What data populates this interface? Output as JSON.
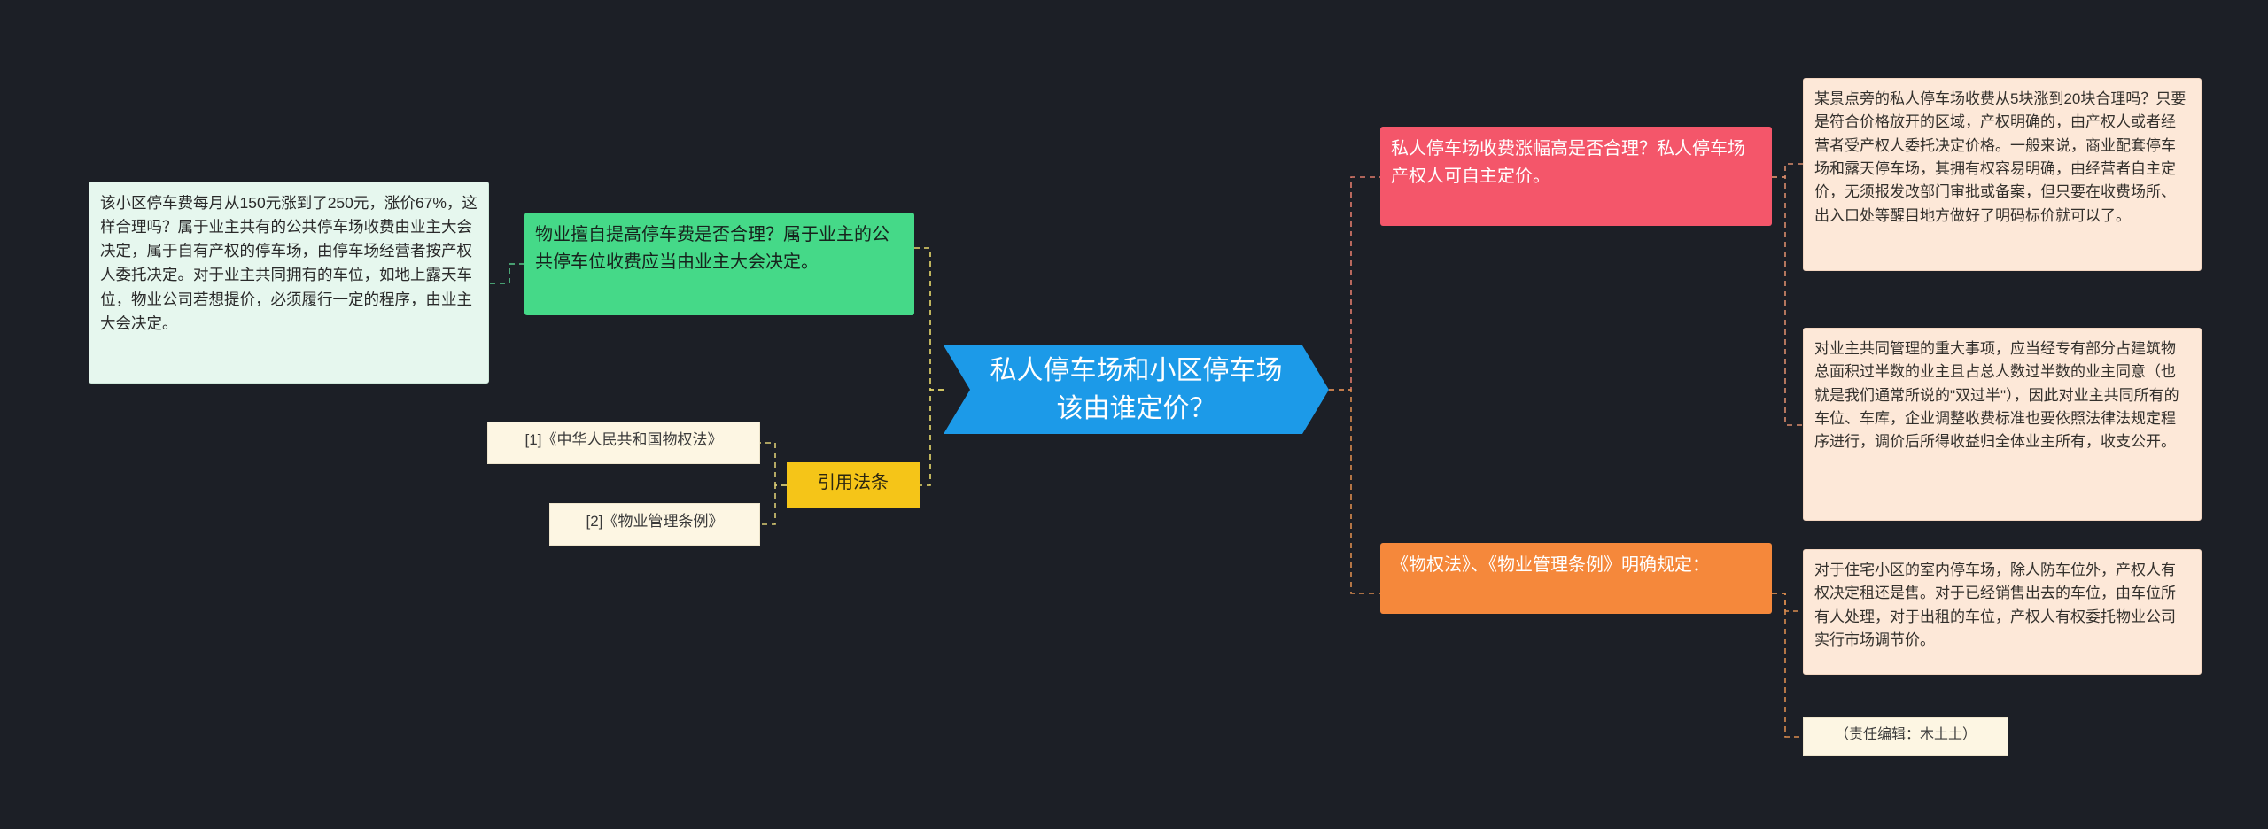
{
  "diagram": {
    "type": "mindmap",
    "background_color": "#1c1f26",
    "central": {
      "label": "私人停车场和小区停车场该由谁定价？",
      "color": "#1c9ae8"
    },
    "left_branches": [
      {
        "label": "物业擅自提高停车费是否合理？属于业主的公共停车位收费应当由业主大会决定。",
        "color": "#45d988",
        "children": [
          {
            "label": "该小区停车费每月从150元涨到了250元，涨价67%，这样合理吗？属于业主共有的公共停车场收费由业主大会决定，属于自有产权的停车场，由停车场经营者按产权人委托决定。对于业主共同拥有的车位，如地上露天车位，物业公司若想提价，必须履行一定的程序，由业主大会决定。",
            "color": "#e6f7ee"
          }
        ]
      },
      {
        "label": "引用法条",
        "color": "#f5c518",
        "children": [
          {
            "label": "[1]《中华人民共和国物权法》",
            "color": "#fdf6e3"
          },
          {
            "label": "[2]《物业管理条例》",
            "color": "#fdf6e3"
          }
        ]
      }
    ],
    "right_branches": [
      {
        "label": "私人停车场收费涨幅高是否合理？私人停车场产权人可自主定价。",
        "color": "#f4566a",
        "children": [
          {
            "label": "某景点旁的私人停车场收费从5块涨到20块合理吗？只要是符合价格放开的区域，产权明确的，由产权人或者经营者受产权人委托决定价格。一般来说，商业配套停车场和露天停车场，其拥有权容易明确，由经营者自主定价，无须报发改部门审批或备案，但只要在收费场所、出入口处等醒目地方做好了明码标价就可以了。",
            "color": "#fde8d8"
          },
          {
            "label": "对业主共同管理的重大事项，应当经专有部分占建筑物总面积过半数的业主且占总人数过半数的业主同意（也就是我们通常所说的\"双过半\"），因此对业主共同所有的车位、车库，企业调整收费标准也要依照法律法规定程序进行，调价后所得收益归全体业主所有，收支公开。",
            "color": "#fde8d8"
          }
        ]
      },
      {
        "label": "《物权法》、《物业管理条例》明确规定：",
        "color": "#f5883b",
        "children": [
          {
            "label": "对于住宅小区的室内停车场，除人防车位外，产权人有权决定租还是售。对于已经销售出去的车位，由车位所有人处理，对于出租的车位，产权人有权委托物业公司实行市场调节价。",
            "color": "#fde8d8"
          },
          {
            "label": "（责任编辑：木土土）",
            "color": "#fdf6e3"
          }
        ]
      }
    ]
  }
}
